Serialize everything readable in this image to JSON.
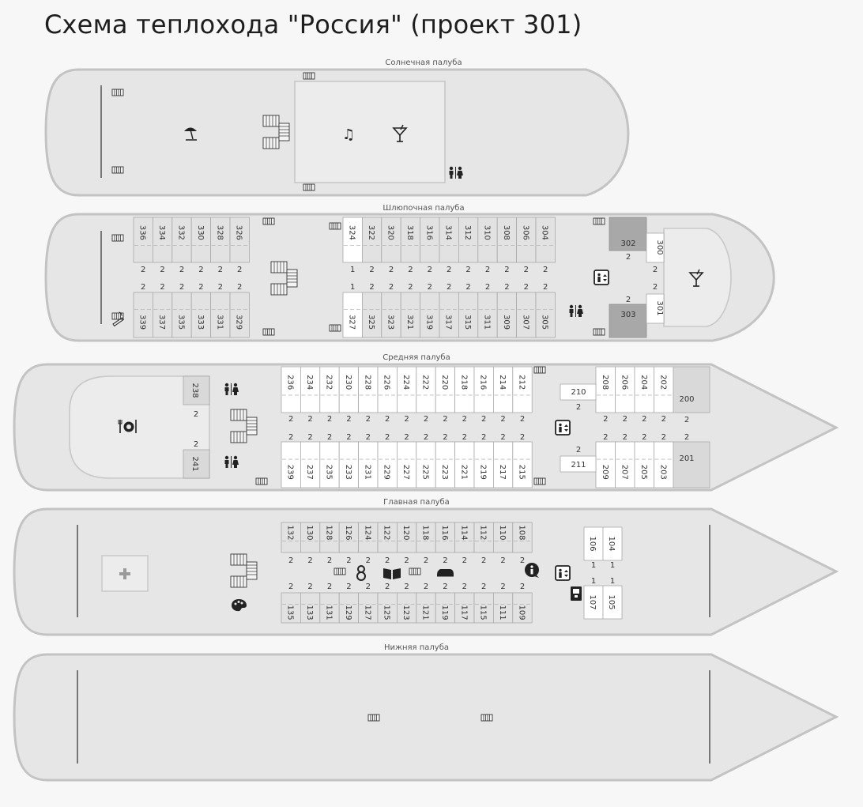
{
  "title": "Схема теплохода \"Россия\" (проект 301)",
  "decks": {
    "sun": {
      "label": "Солнечная палуба"
    },
    "boat": {
      "label": "Шлюпочная палуба"
    },
    "middle": {
      "label": "Средняя палуба"
    },
    "main": {
      "label": "Главная палуба"
    },
    "lower": {
      "label": "Нижняя палуба"
    }
  },
  "cabins": {
    "boat_top": [
      {
        "n": "336",
        "b": "2"
      },
      {
        "n": "334",
        "b": "2"
      },
      {
        "n": "332",
        "b": "2"
      },
      {
        "n": "330",
        "b": "2"
      },
      {
        "n": "328",
        "b": "2"
      },
      {
        "n": "326",
        "b": "2"
      },
      {
        "n": "324",
        "b": "1",
        "white": true
      },
      {
        "n": "322",
        "b": "2"
      },
      {
        "n": "320",
        "b": "2"
      },
      {
        "n": "318",
        "b": "2"
      },
      {
        "n": "316",
        "b": "2"
      },
      {
        "n": "314",
        "b": "2"
      },
      {
        "n": "312",
        "b": "2"
      },
      {
        "n": "310",
        "b": "2"
      },
      {
        "n": "308",
        "b": "2"
      },
      {
        "n": "306",
        "b": "2"
      },
      {
        "n": "304",
        "b": "2"
      }
    ],
    "boat_bottom": [
      {
        "n": "339",
        "b": "2"
      },
      {
        "n": "337",
        "b": "2"
      },
      {
        "n": "335",
        "b": "2"
      },
      {
        "n": "333",
        "b": "2"
      },
      {
        "n": "331",
        "b": "2"
      },
      {
        "n": "329",
        "b": "2"
      },
      {
        "n": "327",
        "b": "1",
        "white": true
      },
      {
        "n": "325",
        "b": "2"
      },
      {
        "n": "323",
        "b": "2"
      },
      {
        "n": "321",
        "b": "2"
      },
      {
        "n": "319",
        "b": "2"
      },
      {
        "n": "317",
        "b": "2"
      },
      {
        "n": "315",
        "b": "2"
      },
      {
        "n": "311",
        "b": "2"
      },
      {
        "n": "309",
        "b": "2"
      },
      {
        "n": "307",
        "b": "2"
      },
      {
        "n": "305",
        "b": "2"
      }
    ],
    "boat_suites": [
      {
        "n": "302",
        "b": "2"
      },
      {
        "n": "303",
        "b": "2"
      },
      {
        "n": "300",
        "b": "2"
      },
      {
        "n": "301",
        "b": "2"
      }
    ],
    "middle_top": [
      {
        "n": "236",
        "b": "2"
      },
      {
        "n": "234",
        "b": "2"
      },
      {
        "n": "232",
        "b": "2"
      },
      {
        "n": "230",
        "b": "2"
      },
      {
        "n": "228",
        "b": "2"
      },
      {
        "n": "226",
        "b": "2"
      },
      {
        "n": "224",
        "b": "2"
      },
      {
        "n": "222",
        "b": "2"
      },
      {
        "n": "220",
        "b": "2"
      },
      {
        "n": "218",
        "b": "2"
      },
      {
        "n": "216",
        "b": "2"
      },
      {
        "n": "214",
        "b": "2"
      },
      {
        "n": "212",
        "b": "2"
      }
    ],
    "middle_bottom": [
      {
        "n": "239",
        "b": "2"
      },
      {
        "n": "237",
        "b": "2"
      },
      {
        "n": "235",
        "b": "2"
      },
      {
        "n": "233",
        "b": "2"
      },
      {
        "n": "231",
        "b": "2"
      },
      {
        "n": "229",
        "b": "2"
      },
      {
        "n": "227",
        "b": "2"
      },
      {
        "n": "225",
        "b": "2"
      },
      {
        "n": "223",
        "b": "2"
      },
      {
        "n": "221",
        "b": "2"
      },
      {
        "n": "219",
        "b": "2"
      },
      {
        "n": "217",
        "b": "2"
      },
      {
        "n": "215",
        "b": "2"
      }
    ],
    "middle_fwd_top": [
      {
        "n": "208",
        "b": "2"
      },
      {
        "n": "206",
        "b": "2"
      },
      {
        "n": "204",
        "b": "2"
      },
      {
        "n": "202",
        "b": "2"
      }
    ],
    "middle_fwd_bottom": [
      {
        "n": "209",
        "b": "2"
      },
      {
        "n": "207",
        "b": "2"
      },
      {
        "n": "205",
        "b": "2"
      },
      {
        "n": "203",
        "b": "2"
      }
    ],
    "middle_misc": [
      {
        "n": "238",
        "b": "2"
      },
      {
        "n": "241",
        "b": "2"
      },
      {
        "n": "210",
        "b": "2"
      },
      {
        "n": "211",
        "b": "2"
      },
      {
        "n": "200",
        "b": "2"
      },
      {
        "n": "201",
        "b": "2"
      }
    ],
    "main_top": [
      {
        "n": "132",
        "b": "2"
      },
      {
        "n": "130",
        "b": "2"
      },
      {
        "n": "128",
        "b": "2"
      },
      {
        "n": "126",
        "b": "2"
      },
      {
        "n": "124",
        "b": "2"
      },
      {
        "n": "122",
        "b": "2"
      },
      {
        "n": "120",
        "b": "2"
      },
      {
        "n": "118",
        "b": "2"
      },
      {
        "n": "116",
        "b": "2"
      },
      {
        "n": "114",
        "b": "2"
      },
      {
        "n": "112",
        "b": "2"
      },
      {
        "n": "110",
        "b": "2"
      },
      {
        "n": "108",
        "b": "2"
      }
    ],
    "main_bottom": [
      {
        "n": "135",
        "b": "2"
      },
      {
        "n": "133",
        "b": "2"
      },
      {
        "n": "131",
        "b": "2"
      },
      {
        "n": "129",
        "b": "2"
      },
      {
        "n": "127",
        "b": "2"
      },
      {
        "n": "125",
        "b": "2"
      },
      {
        "n": "123",
        "b": "2"
      },
      {
        "n": "121",
        "b": "2"
      },
      {
        "n": "119",
        "b": "2"
      },
      {
        "n": "117",
        "b": "2"
      },
      {
        "n": "115",
        "b": "2"
      },
      {
        "n": "111",
        "b": "2"
      },
      {
        "n": "109",
        "b": "2"
      }
    ],
    "main_fwd": [
      {
        "n": "106",
        "b": "1"
      },
      {
        "n": "104",
        "b": "1"
      },
      {
        "n": "107",
        "b": "1"
      },
      {
        "n": "105",
        "b": "1"
      }
    ]
  },
  "icons": [
    "umbrella-icon",
    "music-icon",
    "cocktail-icon",
    "toilet-icon",
    "stairs-icon",
    "elevator-icon",
    "restaurant-icon",
    "medical-icon",
    "info-icon",
    "library-icon",
    "laundry-icon",
    "baby-room-icon",
    "art-icon",
    "cooler-icon",
    "smoking-icon"
  ]
}
